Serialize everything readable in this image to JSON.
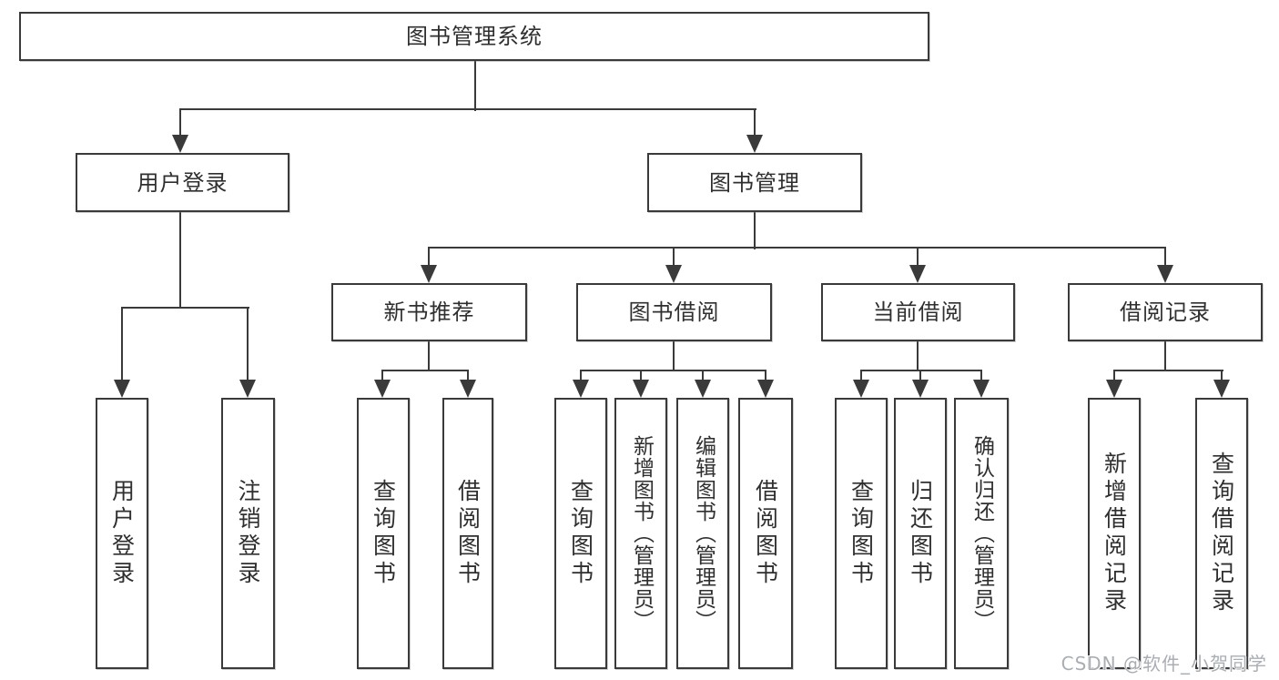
{
  "diagram_type": "functional-structure-tree",
  "watermark": "CSDN @软件_小贺同学",
  "colors": {
    "line": "#3a3a3a",
    "box_border": "#3a3a3a",
    "box_background": "#ffffff",
    "text": "#2f2f2f",
    "watermark": "#a9aeb3"
  },
  "tree": {
    "root": "图书管理系统",
    "children": [
      {
        "label": "用户登录",
        "children": [
          "用户登录",
          "注销登录"
        ]
      },
      {
        "label": "图书管理",
        "children": [
          {
            "label": "新书推荐",
            "children": [
              "查询图书",
              "借阅图书"
            ]
          },
          {
            "label": "图书借阅",
            "children": [
              "查询图书",
              "新增图书（管理员）",
              "编辑图书（管理员）",
              "借阅图书"
            ]
          },
          {
            "label": "当前借阅",
            "children": [
              "查询图书",
              "归还图书",
              "确认归还（管理员）"
            ]
          },
          {
            "label": "借阅记录",
            "children": [
              "新增借阅记录",
              "查询借阅记录"
            ]
          }
        ]
      }
    ]
  }
}
